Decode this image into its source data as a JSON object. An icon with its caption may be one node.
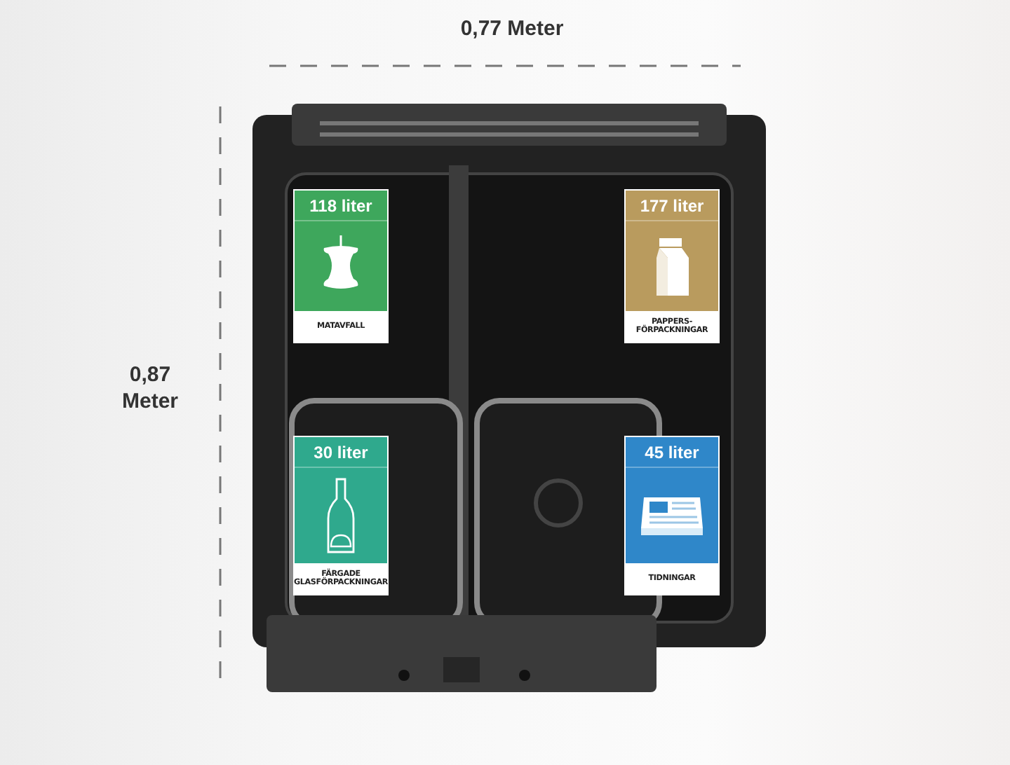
{
  "diagram": {
    "nodes": [
      {
        "text": [
          "118 liter",
          "MATAVFALL"
        ]
      },
      {
        "text": [
          "177 liter",
          "PAPPERS- FÖRPACKNINGAR"
        ]
      },
      {
        "text": [
          "30 liter",
          "FÄRGADE GLASFÖRPACKNINGAR"
        ]
      },
      {
        "text": [
          "45 liter",
          "TIDNINGAR"
        ]
      }
    ],
    "edges": [],
    "labels": [
      "0,77 Meter",
      "0,87 Meter"
    ]
  }
}
